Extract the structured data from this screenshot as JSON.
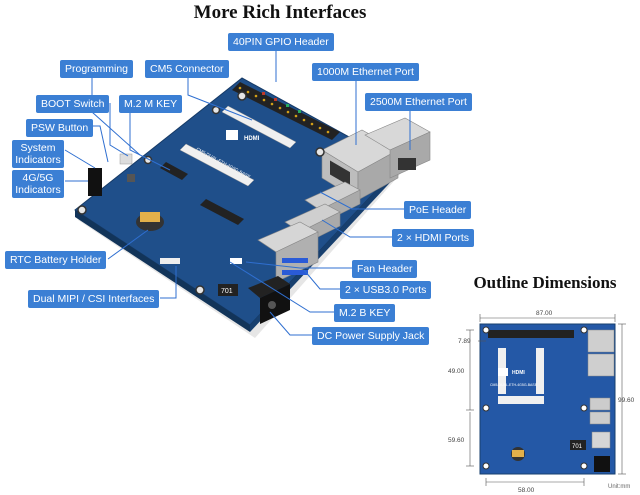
{
  "titles": {
    "main": "More Rich Interfaces",
    "outline": "Outline Dimensions"
  },
  "labels": {
    "gpio": "40PIN GPIO Header",
    "programming": "Programming",
    "cm5_connector": "CM5 Connector",
    "ethernet_1000m": "1000M Ethernet Port",
    "boot_switch": "BOOT Switch",
    "m2_m_key": "M.2 M KEY",
    "ethernet_2500m": "2500M Ethernet Port",
    "psw_button": "PSW Button",
    "system_indicators": "System Indicators",
    "indicators_4g5g": "4G/5G Indicators",
    "poe_header": "PoE Header",
    "hdmi_ports": "2 × HDMI Ports",
    "rtc_battery": "RTC Battery Holder",
    "fan_header": "Fan Header",
    "usb30_ports": "2 × USB3.0 Ports",
    "dual_mipi": "Dual MIPI / CSI Interfaces",
    "m2_b_key": "M.2 B KEY",
    "dc_jack": "DC Power Supply Jack"
  },
  "board_silkscreen": {
    "model": "CM5-DUAL-ETH-4G5G-BASE",
    "hdmi_logo": "HDMI",
    "part_no": "701"
  },
  "dimensions": {
    "width_top": "87.00",
    "offset_top": "7.89",
    "height_left": "49.00",
    "height_right": "99.60",
    "lower_left": "59.60",
    "width_bottom": "58.00",
    "unit": "Unit:mm"
  },
  "colors": {
    "label_bg": "#3b7fd4",
    "board": "#1f4f8a",
    "leader": "#2f6fd0"
  }
}
